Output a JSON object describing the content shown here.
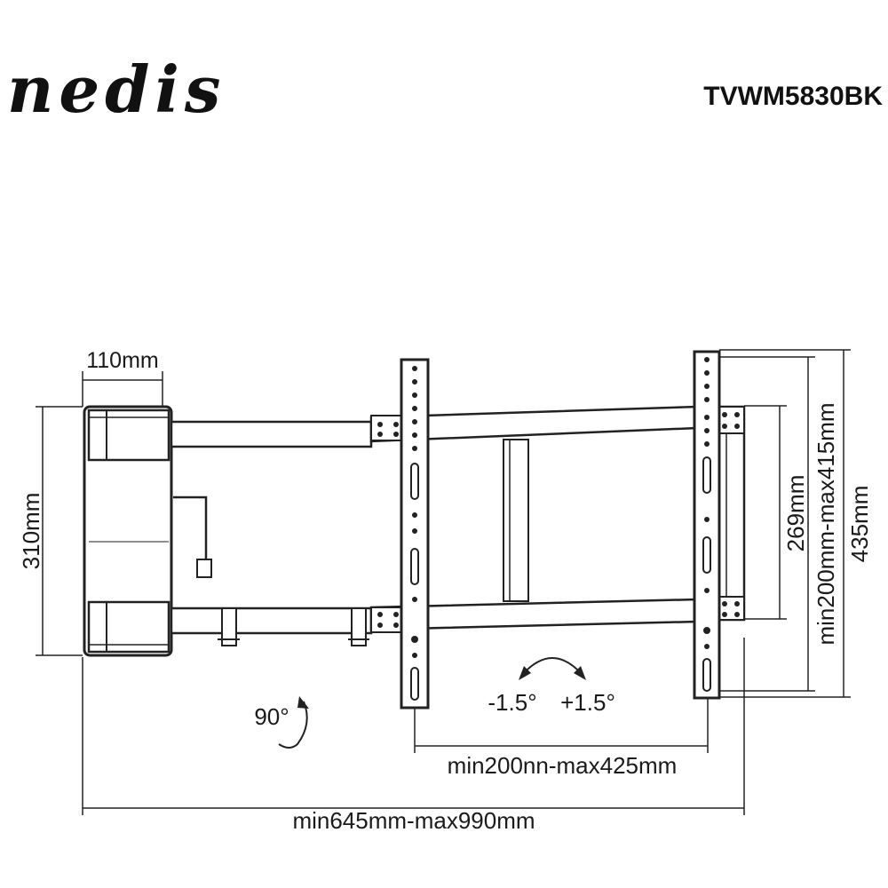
{
  "brand": {
    "logo_text": "nedis"
  },
  "header": {
    "model": "TVWM5830BK"
  },
  "dimensions": {
    "wall_plate_width": "110mm",
    "wall_plate_height": "310mm",
    "vesa_vertical_inner": "269mm",
    "vesa_vertical_range": "min200mm-max415mm",
    "overall_height": "435mm",
    "vesa_horizontal_range": "min200nn-max425mm",
    "extension_range": "min645mm-max990mm",
    "swivel_angle": "90°",
    "tilt_minus": "-1.5°",
    "tilt_plus": "+1.5°"
  },
  "colors": {
    "line": "#222222",
    "background": "#ffffff"
  }
}
